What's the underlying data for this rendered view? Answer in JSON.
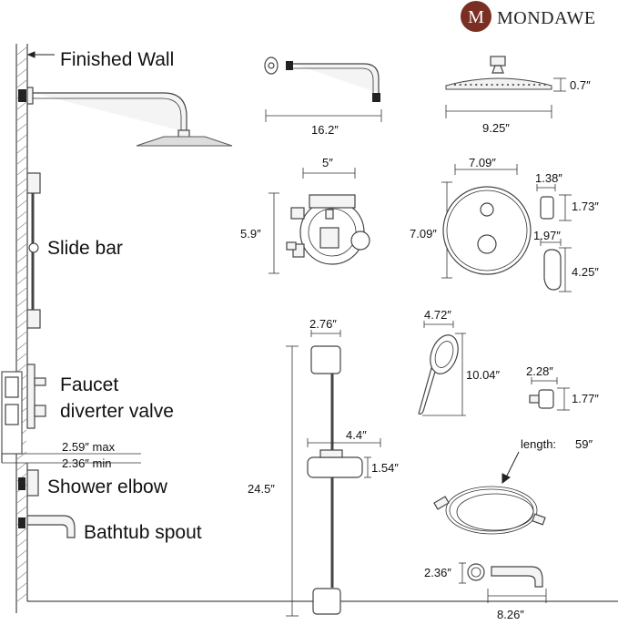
{
  "brand": {
    "name": "MONDAWE",
    "logo_letter": "M",
    "logo_color": "#7a2f22"
  },
  "labels": {
    "finished_wall": "Finished Wall",
    "slide_bar": "Slide bar",
    "faucet": "Faucet",
    "diverter_valve": "diverter valve",
    "shower_elbow": "Shower elbow",
    "bathtub_spout": "Bathtub spout",
    "wall_max": "2.59″ max",
    "wall_min": "2.36″ min",
    "hose_length_label": "length:",
    "hose_length_value": "59″"
  },
  "dimensions": {
    "arm_length": "16.2″",
    "head_thickness": "0.7″",
    "head_diameter": "9.25″",
    "valve_width": "5″",
    "valve_height": "5.9″",
    "plate_width": "7.09″",
    "plate_height": "7.09″",
    "knob_small_w": "1.38″",
    "knob_small_h": "1.73″",
    "knob_large_w": "1.97″",
    "knob_large_h": "4.25″",
    "holder_width": "2.76″",
    "slider_width": "4.4″",
    "slider_height": "1.54″",
    "bar_length": "24.5″",
    "handshower_width": "4.72″",
    "handshower_length": "10.04″",
    "elbow_width": "2.28″",
    "elbow_height": "1.77″",
    "spout_flange": "2.36″",
    "spout_length": "8.26″"
  }
}
